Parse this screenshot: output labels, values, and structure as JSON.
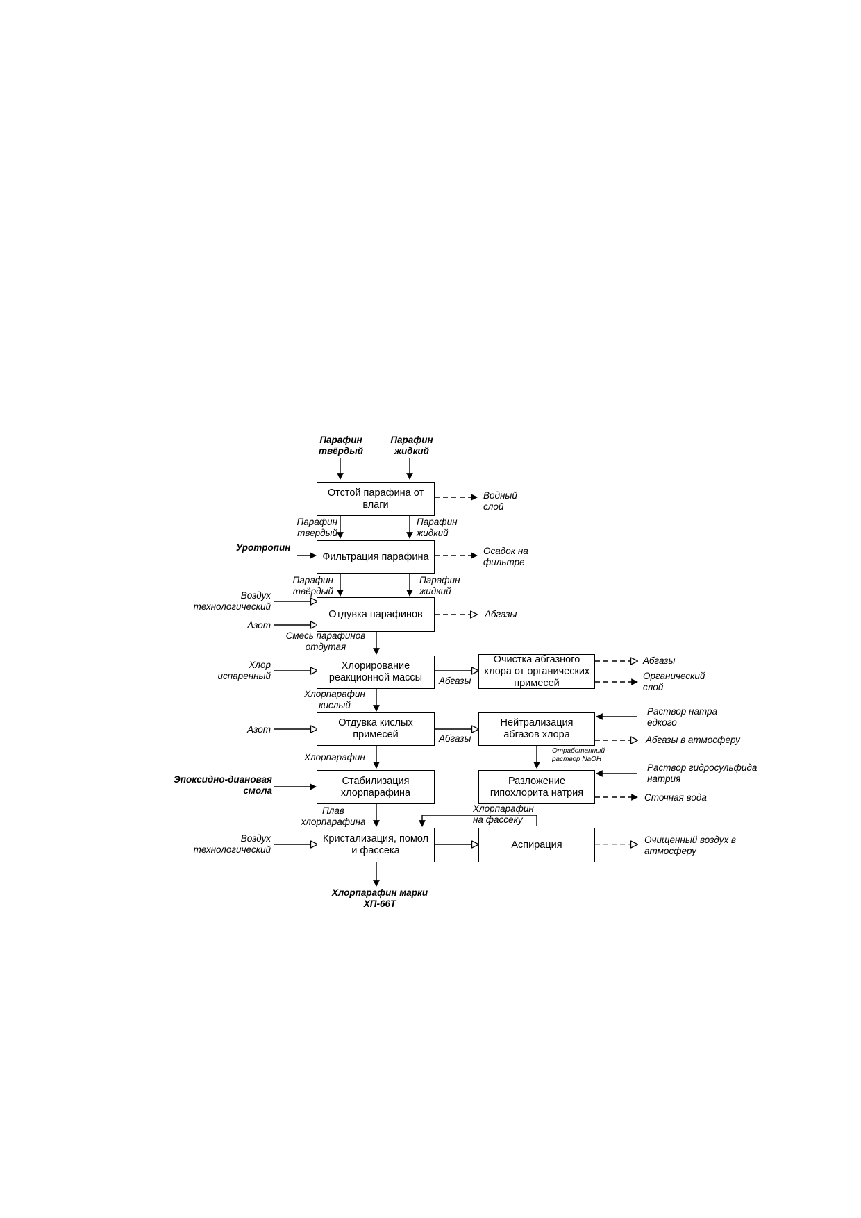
{
  "boxes": {
    "settling": "Отстой парафина от влаги",
    "filtration": "Фильтрация парафина",
    "blowing": "Отдувка парафинов",
    "chlorination": "Хлорирование реакционной массы",
    "purification": "Очистка абгазного хлора от органических примесей",
    "acid_blowing": "Отдувка кислых примесей",
    "neutralization": "Нейтрализация абгазов хлора",
    "stabilization": "Стабилизация хлорпарафина",
    "decomposition": "Разложение гипохлорита натрия",
    "crystallization": "Кристализация, помол и фассека",
    "aspiration": "Аспирация"
  },
  "labels": {
    "paraffin_solid_in": "Парафин\nтвёрдый",
    "paraffin_liquid_in": "Парафин\nжидкий",
    "water_layer": "Водный\nслой",
    "paraffin_solid_2": "Парафин\nтвердый",
    "paraffin_liquid_2": "Парафин\nжидкий",
    "urotropin": "Уротропин",
    "filter_residue": "Осадок на\nфильтре",
    "paraffin_solid_3": "Парафин\nтвёрдый",
    "paraffin_liquid_3": "Парафин\nжидкий",
    "air_tech_1": "Воздух\nтехнологический",
    "nitrogen_1": "Азот",
    "offgas_1": "Абгазы",
    "blown_mixture": "Смесь парафинов\nотдутая",
    "chlorine_evaporated": "Хлор\nиспаренный",
    "offgas_2": "Абгазы",
    "offgas_3": "Абгазы",
    "organic_layer": "Органический\nслой",
    "chloroparaffin_acid": "Хлорпарафин\nкислый",
    "nitrogen_2": "Азот",
    "offgas_4": "Абгазы",
    "naoh_solution": "Раствор натра\nедкого",
    "offgas_atmosphere": "Абгазы в атмосферу",
    "chloroparaffin": "Хлорпарафин",
    "spent_solution": "Отработанный\nраствор NaOH",
    "epoxy_resin": "Эпоксидно-диановая\nсмола",
    "sodium_hydrosulfide": "Раствор гидросульфида\nнатрия",
    "waste_water": "Сточная вода",
    "chloroparaffin_melt": "Плав\nхлорпарафина",
    "chloroparaffin_to_packing": "Хлорпарафин\nна фассеку",
    "air_tech_2": "Воздух\nтехнологический",
    "clean_air": "Очищенный воздух в\nатмосферу",
    "product": "Хлорпарафин марки\nХП-66Т"
  }
}
